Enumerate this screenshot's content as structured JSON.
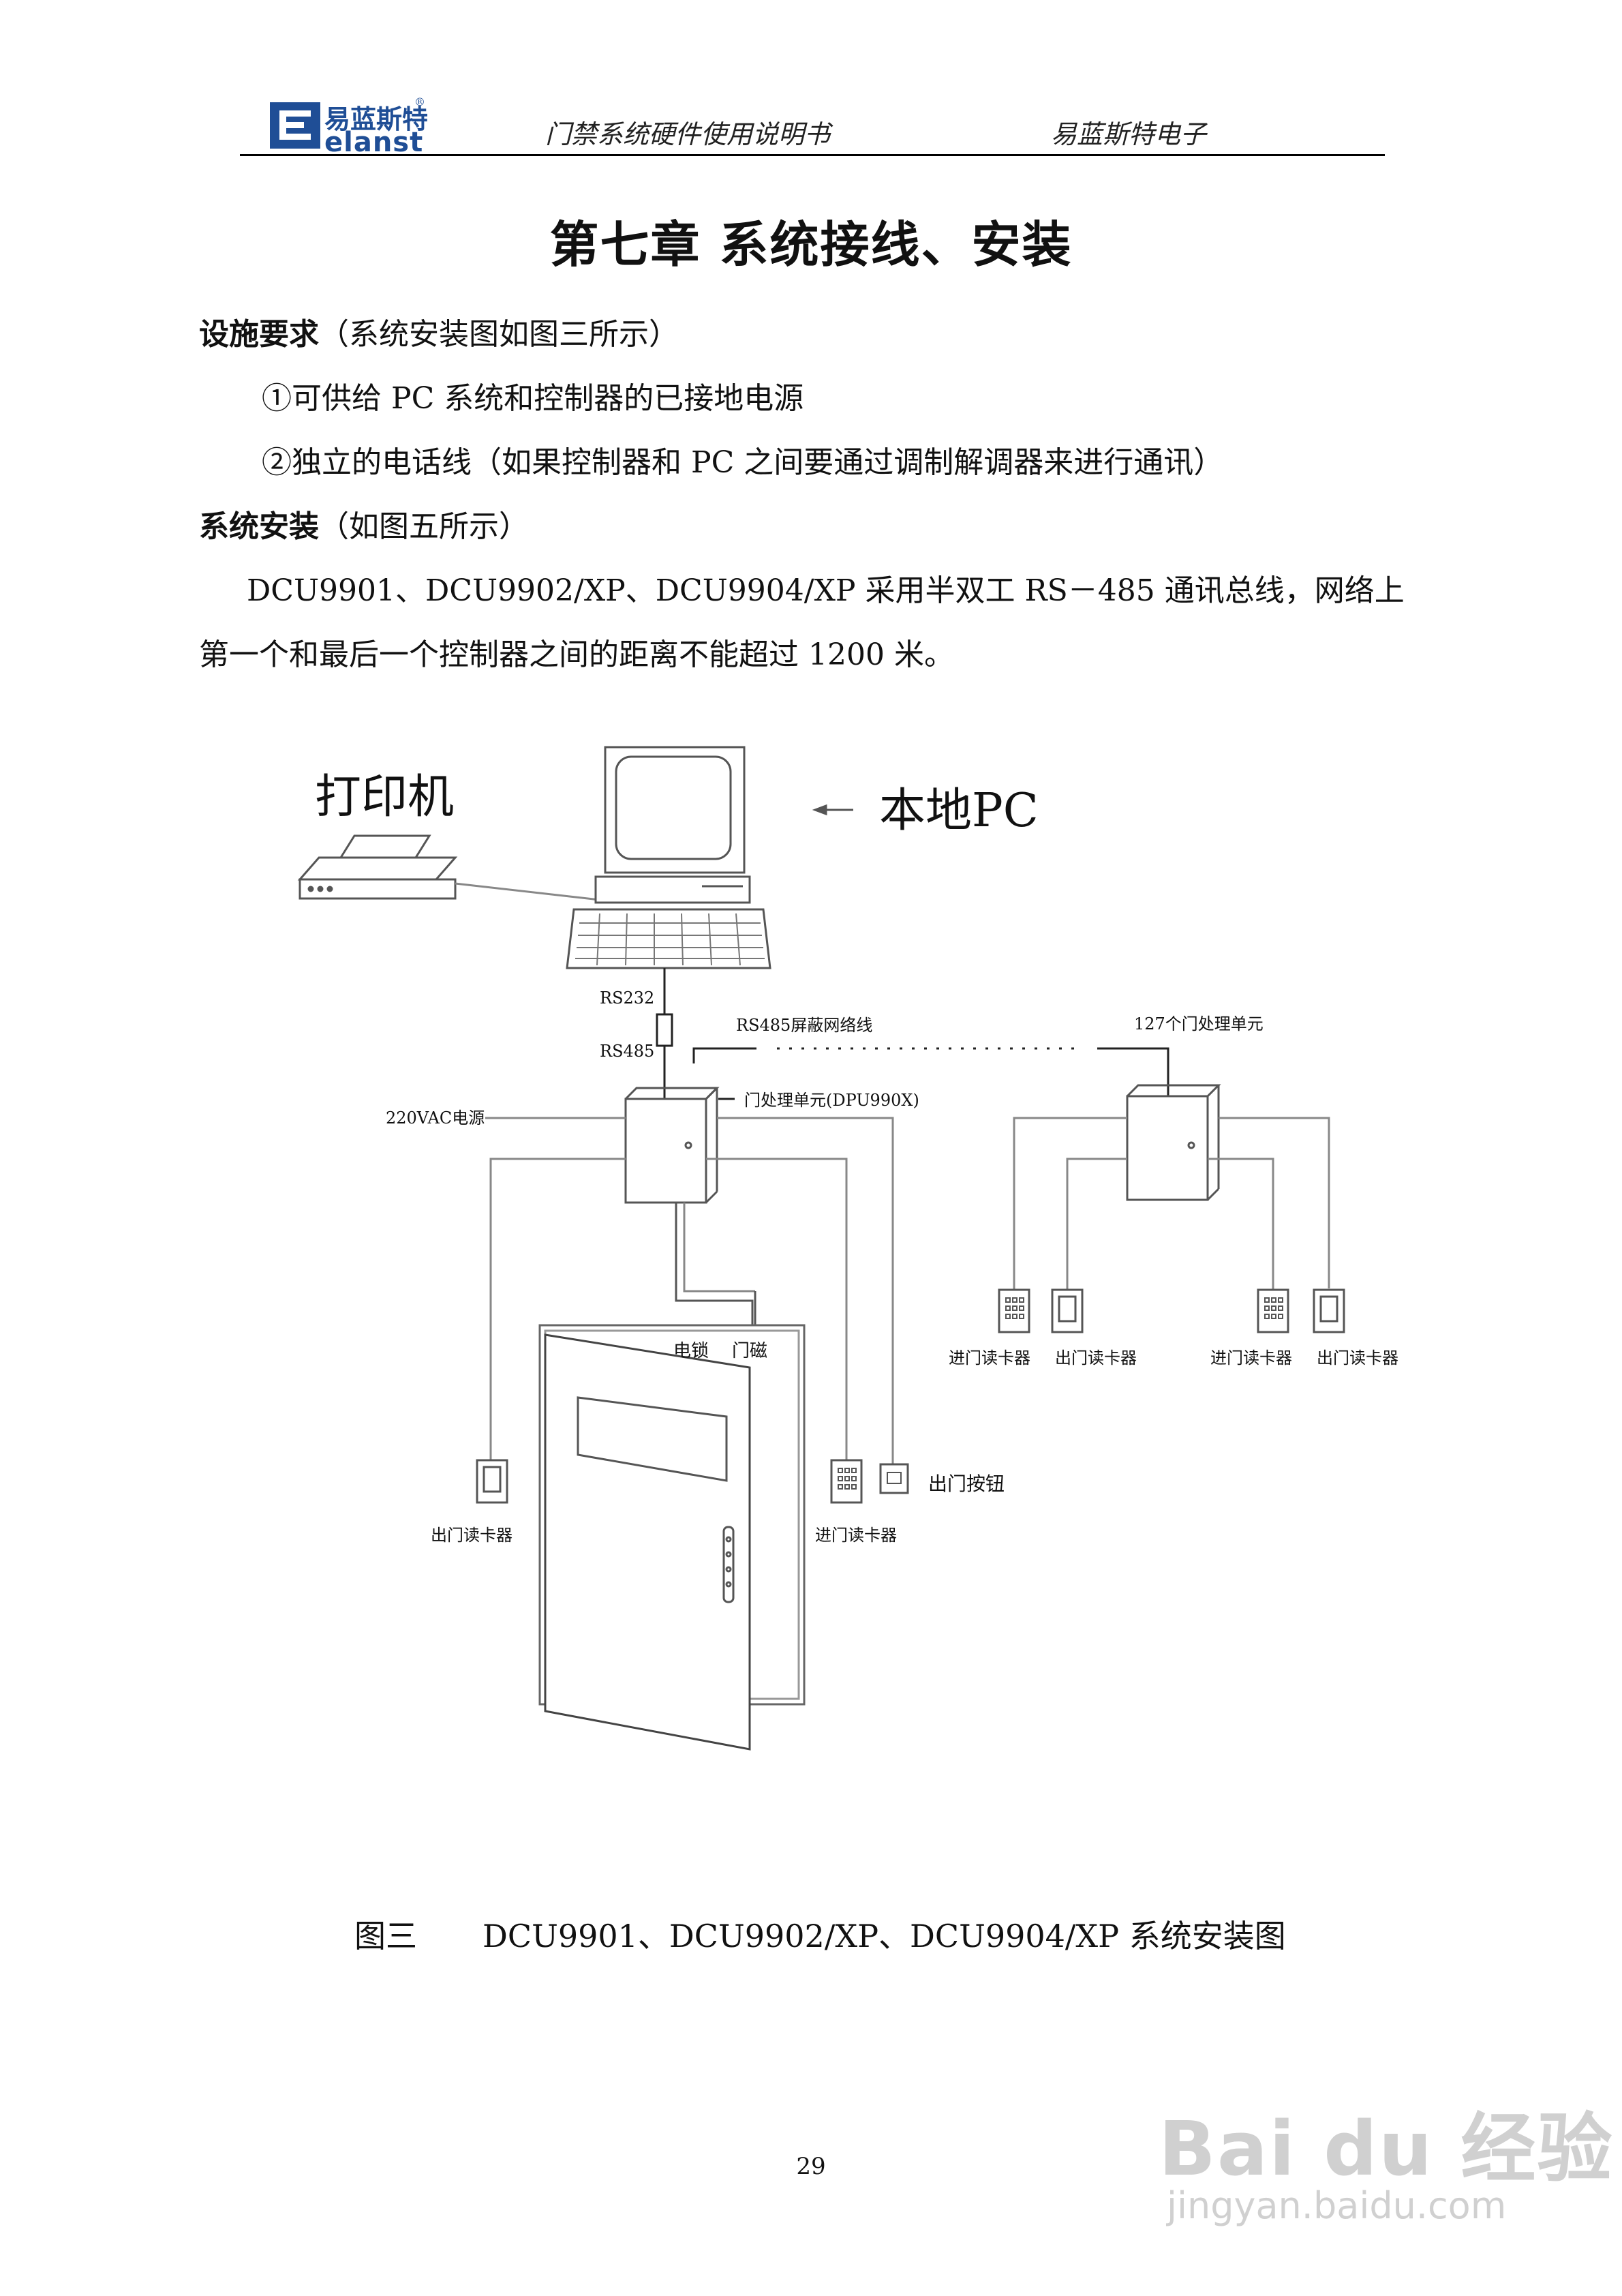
{
  "header": {
    "logo_cn": "易蓝斯特",
    "logo_en": "elanst",
    "logo_reg": "®",
    "doc_title": "门禁系统硬件使用说明书",
    "company": "易蓝斯特电子"
  },
  "chapter_title": "第七章    系统接线、安装",
  "body": {
    "facility_heading": "设施要求",
    "facility_note": "（系统安装图如图三所示）",
    "item1": "①可供给 PC 系统和控制器的已接地电源",
    "item2": "②独立的电话线（如果控制器和 PC 之间要通过调制解调器来进行通讯）",
    "install_heading": "系统安装",
    "install_note": "（如图五所示）",
    "line1": "DCU9901、DCU9902/XP、DCU9904/XP 采用半双工 RS－485 通讯总线，网络上",
    "line2": "第一个和最后一个控制器之间的距离不能超过 1200 米。"
  },
  "diagram": {
    "printer": "打印机",
    "local_pc": "本地PC",
    "rs232": "RS232",
    "rs485": "RS485",
    "rs485_cable": "RS485屏蔽网络线",
    "units_127": "127个门处理单元",
    "power": "220VAC电源",
    "door_unit": "门处理单元(DPU990X)",
    "elock": "电锁",
    "door_sensor": "门磁",
    "exit_button": "出门按钮",
    "exit_reader": "出门读卡器",
    "entry_reader": "进门读卡器"
  },
  "caption": {
    "label": "图三",
    "text": "DCU9901、DCU9902/XP、DCU9904/XP 系统安装图"
  },
  "page_number": "29",
  "watermark": {
    "brand": "Bai du 经验",
    "url": "jingyan.baidu.com"
  }
}
